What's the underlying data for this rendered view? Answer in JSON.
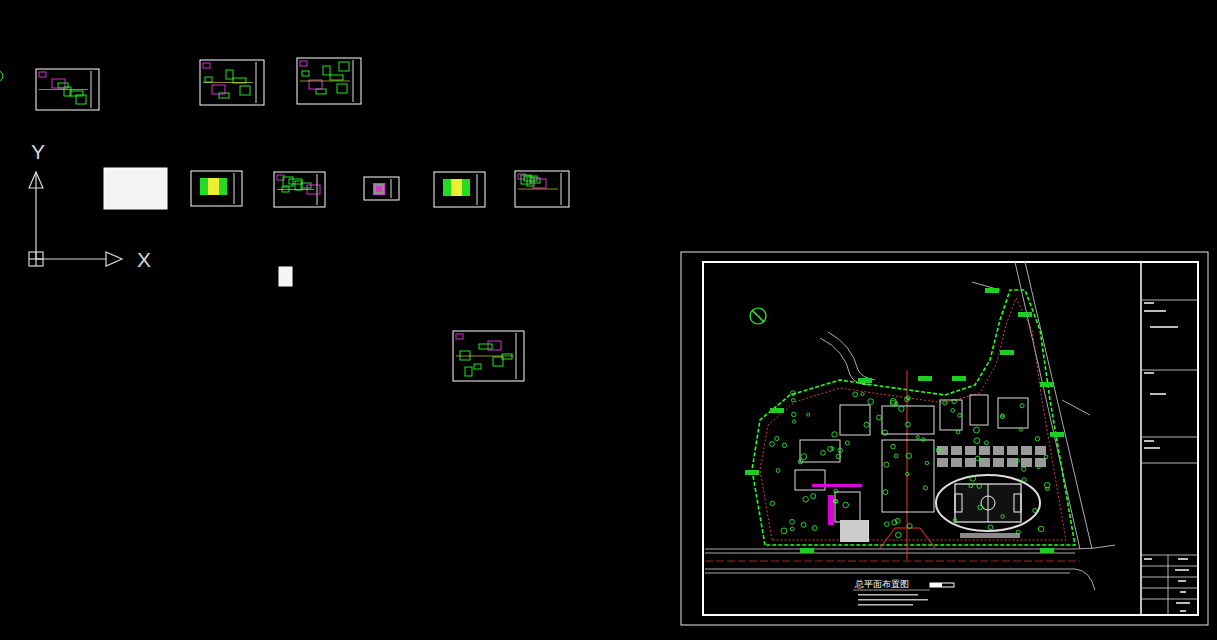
{
  "diagram": {
    "labels": [
      "Y",
      "X",
      "总平面布置图"
    ]
  }
}
